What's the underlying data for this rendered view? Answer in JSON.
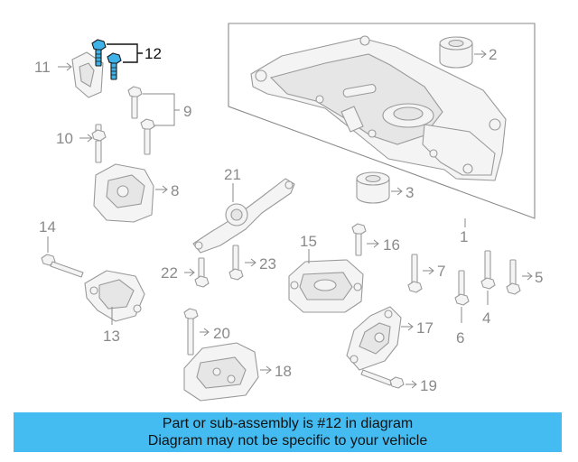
{
  "diagram": {
    "highlight_color": "#3fb2e8",
    "callouts": {
      "c1": "1",
      "c2": "2",
      "c3": "3",
      "c4": "4",
      "c5": "5",
      "c6": "6",
      "c7": "7",
      "c8": "8",
      "c9": "9",
      "c10": "10",
      "c11": "11",
      "c12": "12",
      "c13": "13",
      "c14": "14",
      "c15": "15",
      "c16": "16",
      "c17": "17",
      "c18": "18",
      "c19": "19",
      "c20": "20",
      "c21": "21",
      "c22": "22",
      "c23": "23"
    }
  },
  "banner": {
    "line1": "Part or sub-assembly is #12 in diagram",
    "line2": "Diagram may not be specific to your vehicle",
    "background": "#44bcf2"
  }
}
